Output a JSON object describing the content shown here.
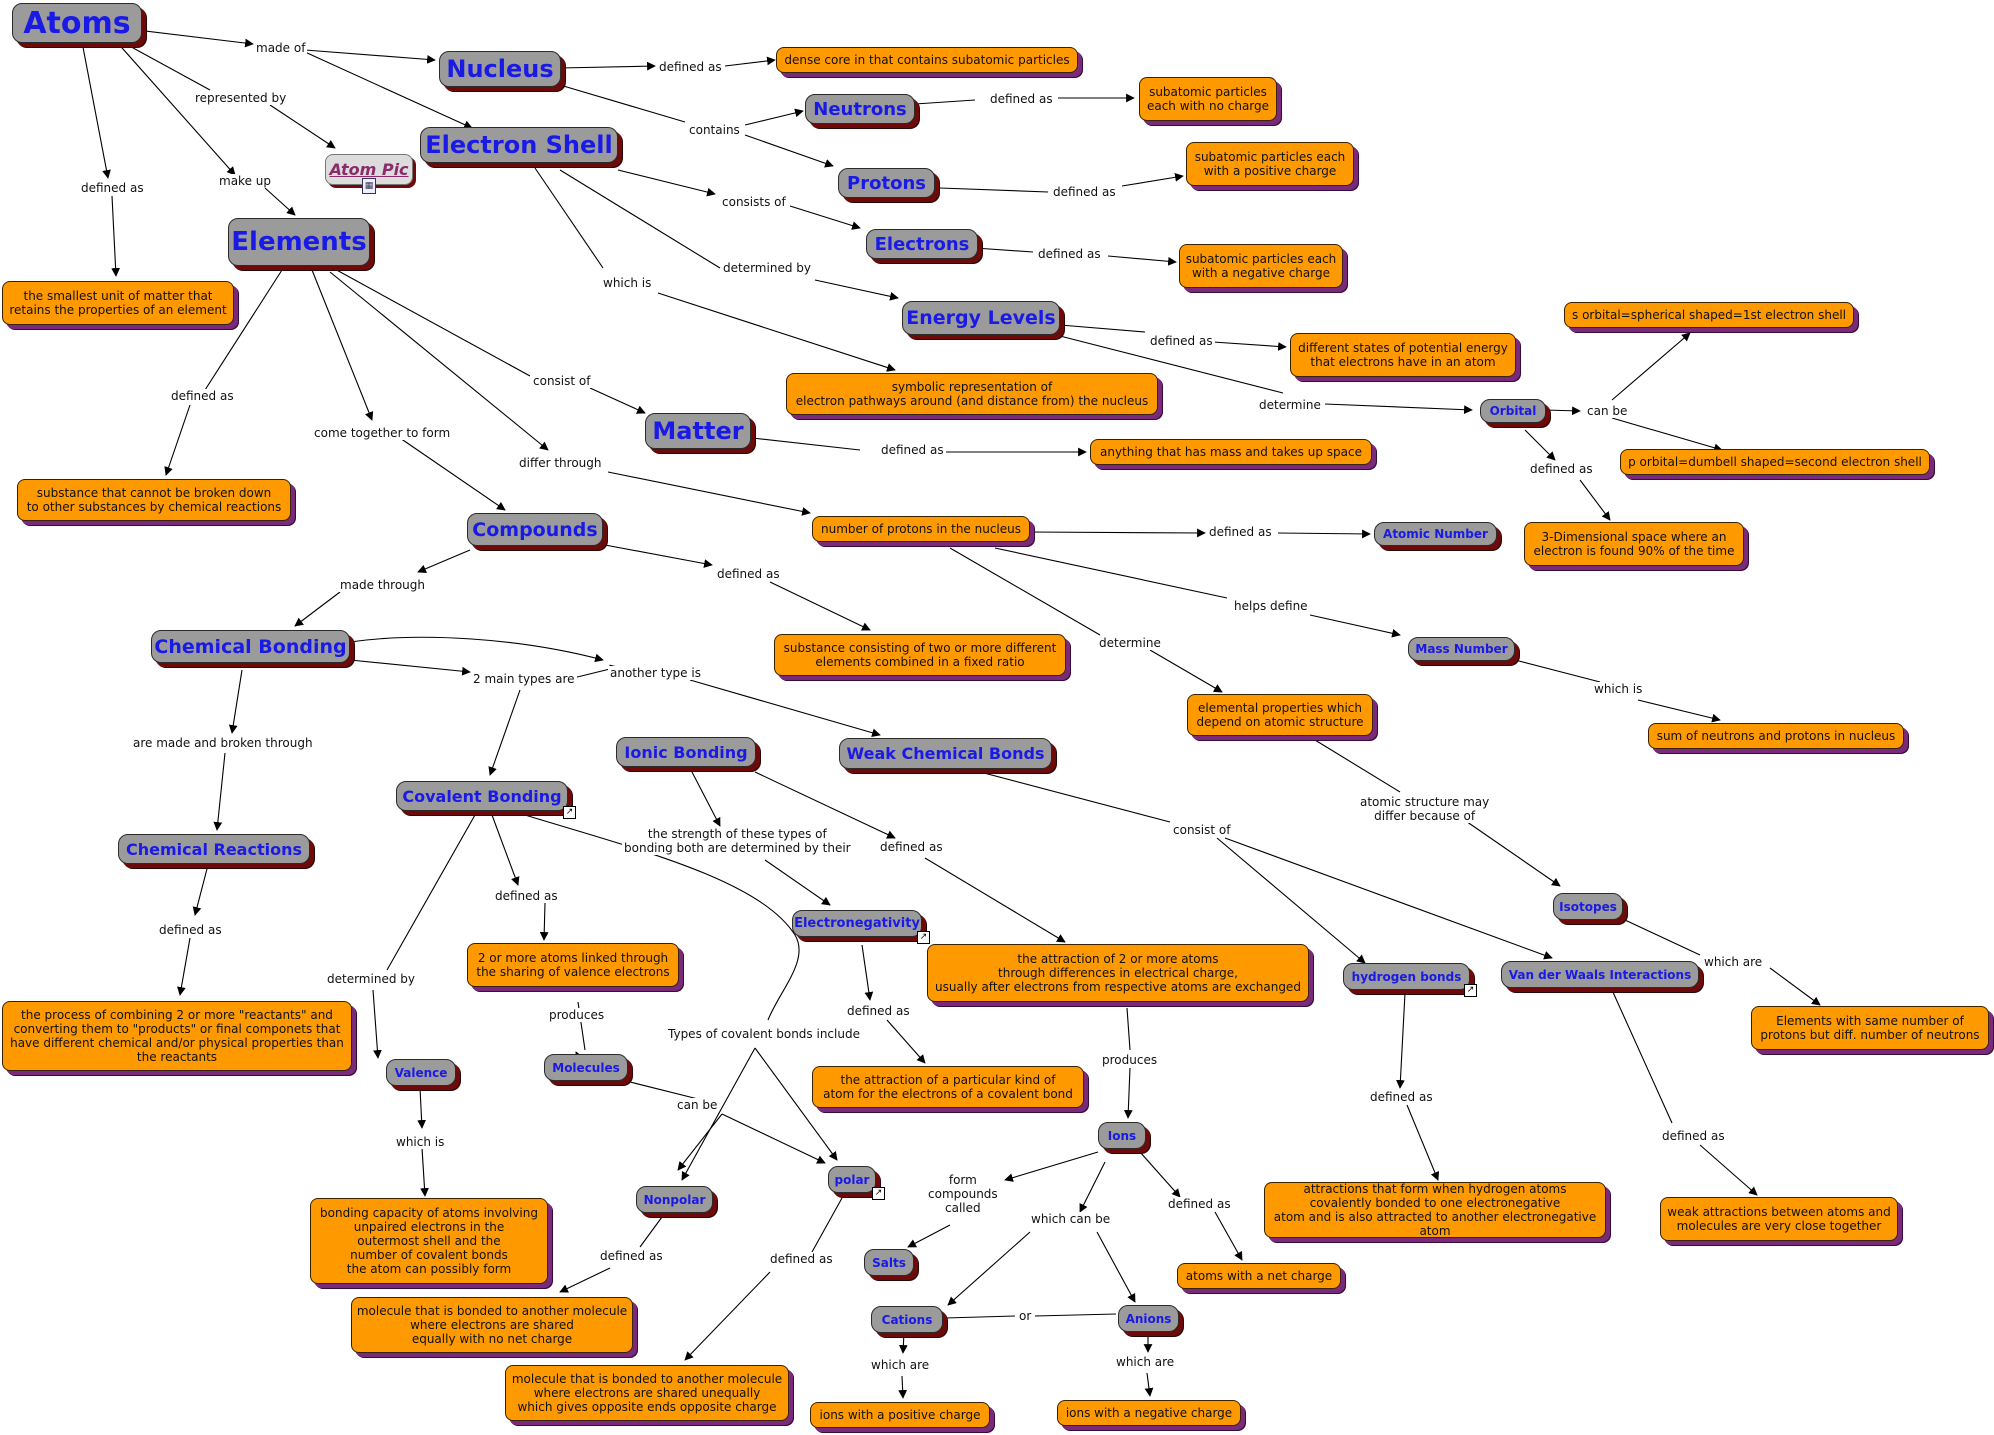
{
  "concepts": {
    "atoms": "Atoms",
    "nucleus": "Nucleus",
    "electron_shell": "Electron Shell",
    "atom_pic": "Atom Pic",
    "elements": "Elements",
    "neutrons": "Neutrons",
    "protons": "Protons",
    "electrons": "Electrons",
    "energy_levels": "Energy Levels",
    "matter": "Matter",
    "orbital": "Orbital",
    "compounds": "Compounds",
    "atomic_number": "Atomic Number",
    "mass_number": "Mass Number",
    "chemical_bonding": "Chemical Bonding",
    "ionic_bonding": "Ionic Bonding",
    "weak_chemical_bonds": "Weak Chemical Bonds",
    "covalent_bonding": "Covalent Bonding",
    "chemical_reactions": "Chemical Reactions",
    "electronegativity": "Electronegativity",
    "isotopes": "Isotopes",
    "hydrogen_bonds": "hydrogen bonds",
    "van_der_waals": "Van der Waals Interactions",
    "valence": "Valence",
    "molecules": "Molecules",
    "ions": "Ions",
    "nonpolar": "Nonpolar",
    "polar": "polar",
    "salts": "Salts",
    "cations": "Cations",
    "anions": "Anions"
  },
  "descriptions": {
    "dense_core": "dense core in that contains subatomic particles",
    "no_charge": "subatomic particles\neach with no charge",
    "positive_charge": "subatomic particles each\nwith a positive charge",
    "negative_charge": "subatomic particles each\nwith a negative charge",
    "smallest_unit": "the smallest unit of matter that\nretains the properties of an element",
    "s_orbital": "s orbital=spherical shaped=1st electron shell",
    "potential_energy": "different states of potential energy\nthat electrons have in an atom",
    "symbolic": "symbolic representation of\nelectron pathways around (and distance from) the nucleus",
    "mass_space": "anything that has mass and takes up space",
    "p_orbital": "p orbital=dumbell shaped=second electron shell",
    "cannot_break": "substance that cannot be broken down\nto other substances by chemical reactions",
    "num_protons": "number of protons in the nucleus",
    "three_d_space": "3-Dimensional space where an\nelectron is found 90% of the time",
    "compound_def": "substance consisting of two or more different\nelements combined in a fixed ratio",
    "elemental_props": "elemental properties which\ndepend on atomic structure",
    "sum_neutrons": "sum of neutrons and protons in nucleus",
    "attraction_exchange": "the attraction of 2 or more atoms\nthrough differences in electrical charge,\nusually after electrons from respective atoms are exchanged",
    "linked_sharing": "2 or more atoms linked through\nthe sharing of valence electrons",
    "combining_reactants": "the process of combining 2 or more \"reactants\" and\nconverting them to \"products\" or final componets that\nhave different chemical and/or physical properties than\nthe reactants",
    "same_protons": "Elements with same number of\nprotons but diff. number of neutrons",
    "attraction_kind": "the attraction of a particular kind of\natom for the electrons of a covalent bond",
    "hydrogen_def": "attractions that form when hydrogen atoms\ncovalently bonded to one electronegative\natom and is also attracted to another electronegative atom",
    "weak_attractions": "weak attractions between atoms and\nmolecules are very close together",
    "bonding_capacity": "bonding capacity of atoms involving\nunpaired electrons in the\noutermost shell and the\nnumber of covalent bonds\nthe atom can possibly form",
    "net_charge": "atoms with a net charge",
    "equally_shared": "molecule that is bonded to another molecule\nwhere electrons are shared\nequally with no net charge",
    "unequally_shared": "molecule that is bonded to another molecule\nwhere electrons are shared unequally\nwhich gives opposite ends opposite charge",
    "pos_ions": "ions with a positive charge",
    "neg_ions": "ions with a negative charge"
  },
  "link_labels": {
    "made_of": "made of",
    "represented_by": "represented by",
    "defined_as": "defined as",
    "make_up": "make up",
    "contains": "contains",
    "consists_of": "consists of",
    "determined_by": "determined by",
    "which_is": "which is",
    "consist_of": "consist of",
    "come_together": "come together to form",
    "differ_through": "differ through",
    "determine": "determine",
    "can_be": "can be",
    "helps_define": "helps define",
    "made_through": "made through",
    "two_main_types": "2 main types are",
    "another_type": "another type is",
    "made_and_broken": "are made and broken through",
    "strength": "the strength of these types of\nbonding both are determined by their",
    "atomic_differ": "atomic structure may\ndiffer because of",
    "which_are": "which are",
    "produces": "produces",
    "types_covalent": "Types of covalent bonds include",
    "form_compounds": "form\ncompounds\ncalled",
    "which_can_be": "which can be",
    "or": "or"
  }
}
